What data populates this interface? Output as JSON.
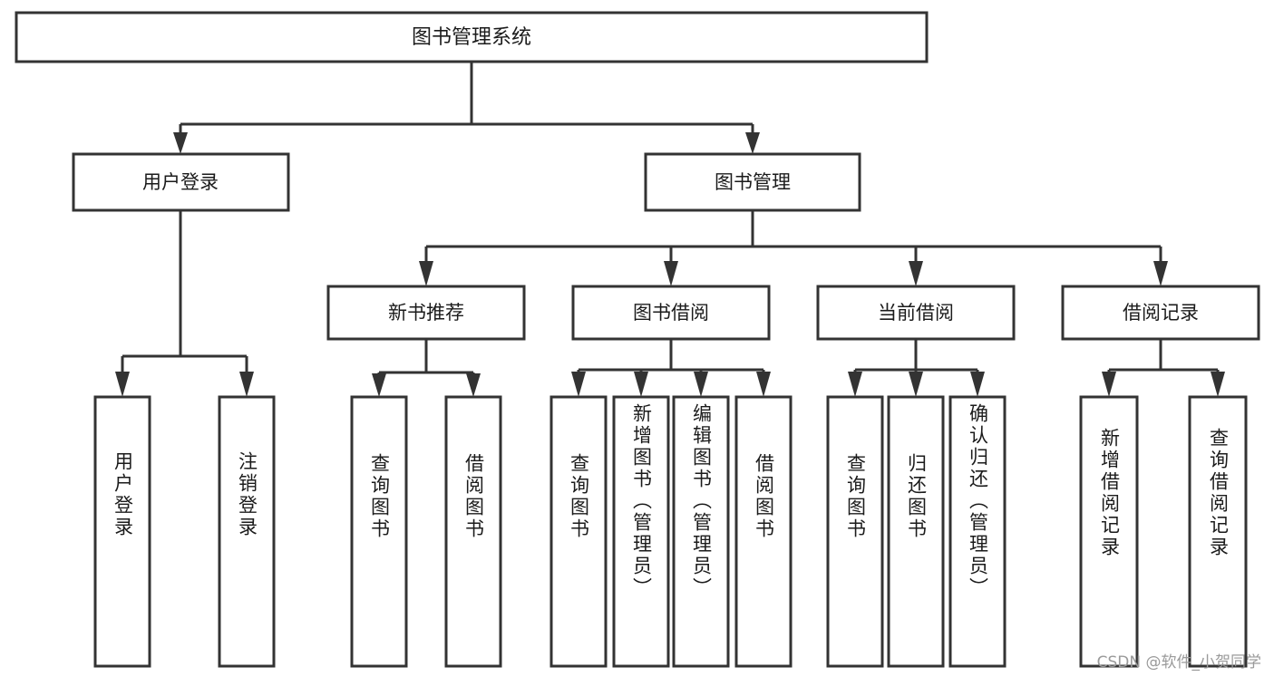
{
  "diagram": {
    "title": "图书管理系统",
    "type": "hierarchy-tree",
    "root": {
      "id": "root",
      "label": "图书管理系统",
      "orientation": "horizontal"
    },
    "level2": [
      {
        "id": "user-login",
        "label": "用户登录",
        "orientation": "horizontal"
      },
      {
        "id": "book-manage",
        "label": "图书管理",
        "orientation": "horizontal"
      }
    ],
    "level3": [
      {
        "id": "new-book-rec",
        "label": "新书推荐",
        "orientation": "horizontal",
        "parent": "book-manage"
      },
      {
        "id": "book-borrow",
        "label": "图书借阅",
        "orientation": "horizontal",
        "parent": "book-manage"
      },
      {
        "id": "current-borrow",
        "label": "当前借阅",
        "orientation": "horizontal",
        "parent": "book-manage"
      },
      {
        "id": "borrow-record",
        "label": "借阅记录",
        "orientation": "horizontal",
        "parent": "book-manage"
      }
    ],
    "leaves": {
      "user_login": [
        {
          "id": "leaf-user-login",
          "label": "用户登录",
          "orientation": "vertical"
        },
        {
          "id": "leaf-user-logout",
          "label": "注销登录",
          "orientation": "vertical"
        }
      ],
      "new_book_rec": [
        {
          "id": "leaf-query-book-1",
          "label": "查询图书",
          "orientation": "vertical"
        },
        {
          "id": "leaf-borrow-book-1",
          "label": "借阅图书",
          "orientation": "vertical"
        }
      ],
      "book_borrow": [
        {
          "id": "leaf-query-book-2",
          "label": "查询图书",
          "orientation": "vertical"
        },
        {
          "id": "leaf-add-book",
          "label": "新增图书（管理员）",
          "orientation": "vertical"
        },
        {
          "id": "leaf-edit-book",
          "label": "编辑图书（管理员）",
          "orientation": "vertical"
        },
        {
          "id": "leaf-borrow-book-2",
          "label": "借阅图书",
          "orientation": "vertical"
        }
      ],
      "current_borrow": [
        {
          "id": "leaf-query-book-3",
          "label": "查询图书",
          "orientation": "vertical"
        },
        {
          "id": "leaf-return-book",
          "label": "归还图书",
          "orientation": "vertical"
        },
        {
          "id": "leaf-confirm-return",
          "label": "确认归还（管理员）",
          "orientation": "vertical"
        }
      ],
      "borrow_record": [
        {
          "id": "leaf-add-record",
          "label": "新增借阅记录",
          "orientation": "vertical"
        },
        {
          "id": "leaf-query-record",
          "label": "查询借阅记录",
          "orientation": "vertical"
        }
      ]
    }
  },
  "watermark": {
    "text": "CSDN @软件_小贺同学"
  },
  "colors": {
    "stroke": "#333333",
    "box_fill": "#ffffff",
    "text": "#1b1b1b",
    "background": "#ffffff",
    "watermark": "#9a9a9a"
  }
}
